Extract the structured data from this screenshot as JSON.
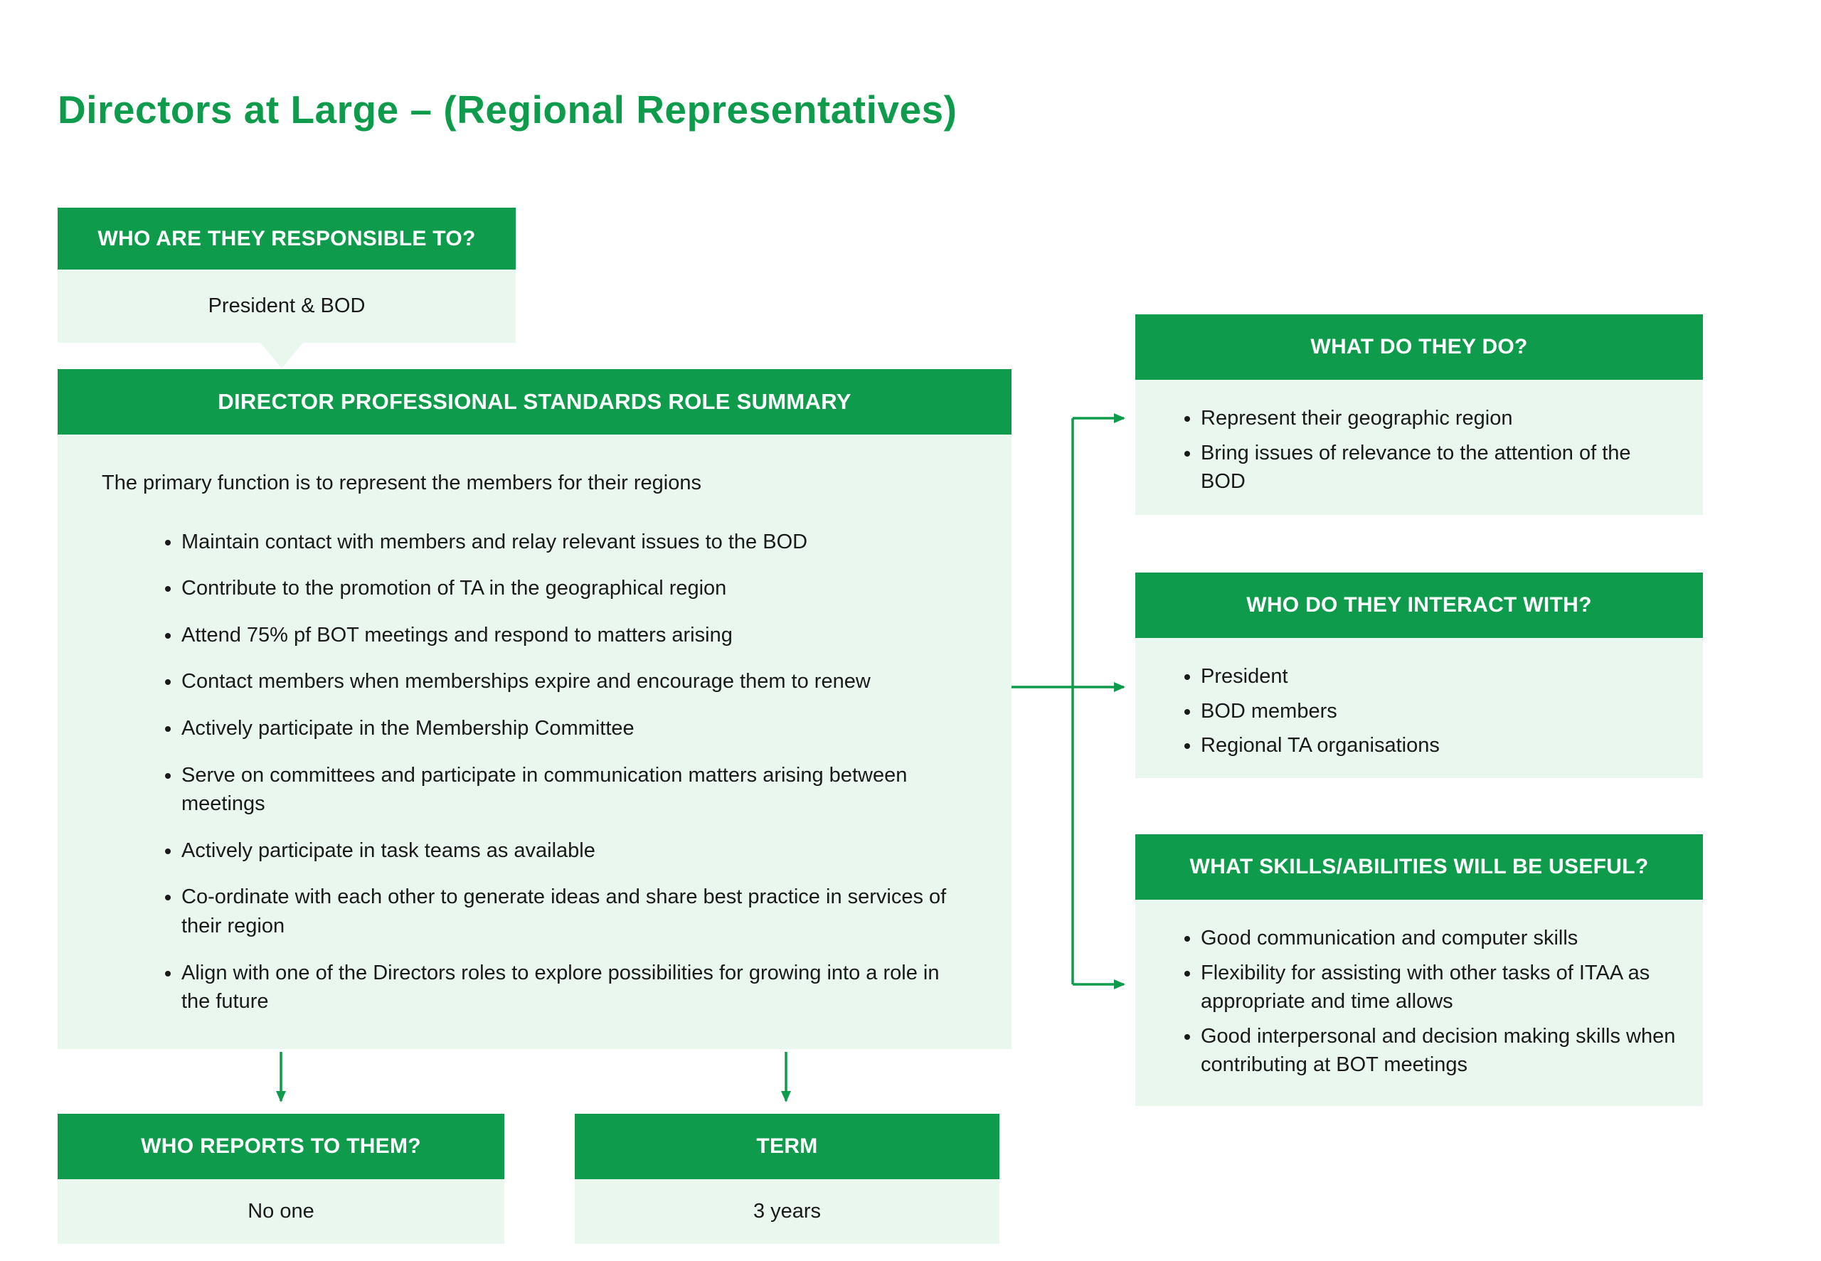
{
  "title": "Directors at Large – (Regional Representatives)",
  "colors": {
    "green": "#0e9c4c",
    "light_green": "#e9f7ef",
    "text": "#1a1a1a"
  },
  "responsible": {
    "header": "WHO ARE THEY RESPONSIBLE TO?",
    "value": "President & BOD"
  },
  "summary": {
    "header": "DIRECTOR PROFESSIONAL STANDARDS ROLE SUMMARY",
    "intro": "The primary function is to represent the members for their regions",
    "bullets": [
      "Maintain contact with members and relay relevant issues to the BOD",
      "Contribute to the promotion of TA in the geographical region",
      "Attend 75% pf BOT meetings and respond to matters arising",
      "Contact members when memberships expire and encourage them to renew",
      "Actively participate in the Membership Committee",
      "Serve on committees and participate in communication matters arising between meetings",
      "Actively participate in task teams as available",
      "Co-ordinate with each other to generate ideas and share best practice in services of their region",
      "Align with one of the Directors roles to explore possibilities for growing into a role in the future"
    ]
  },
  "what_do": {
    "header": "WHAT DO THEY DO?",
    "bullets": [
      "Represent their geographic region",
      "Bring issues of relevance to the attention of the BOD"
    ]
  },
  "interact": {
    "header": "WHO DO THEY INTERACT WITH?",
    "bullets": [
      "President",
      "BOD members",
      "Regional TA organisations"
    ]
  },
  "skills": {
    "header": "WHAT SKILLS/ABILITIES WILL BE USEFUL?",
    "bullets": [
      "Good communication and computer skills",
      "Flexibility for assisting with other tasks of ITAA as appropriate and time allows",
      "Good interpersonal and decision making skills when contributing at BOT meetings"
    ]
  },
  "reports": {
    "header": "WHO REPORTS TO THEM?",
    "value": "No one"
  },
  "term": {
    "header": "TERM",
    "value": "3 years"
  }
}
